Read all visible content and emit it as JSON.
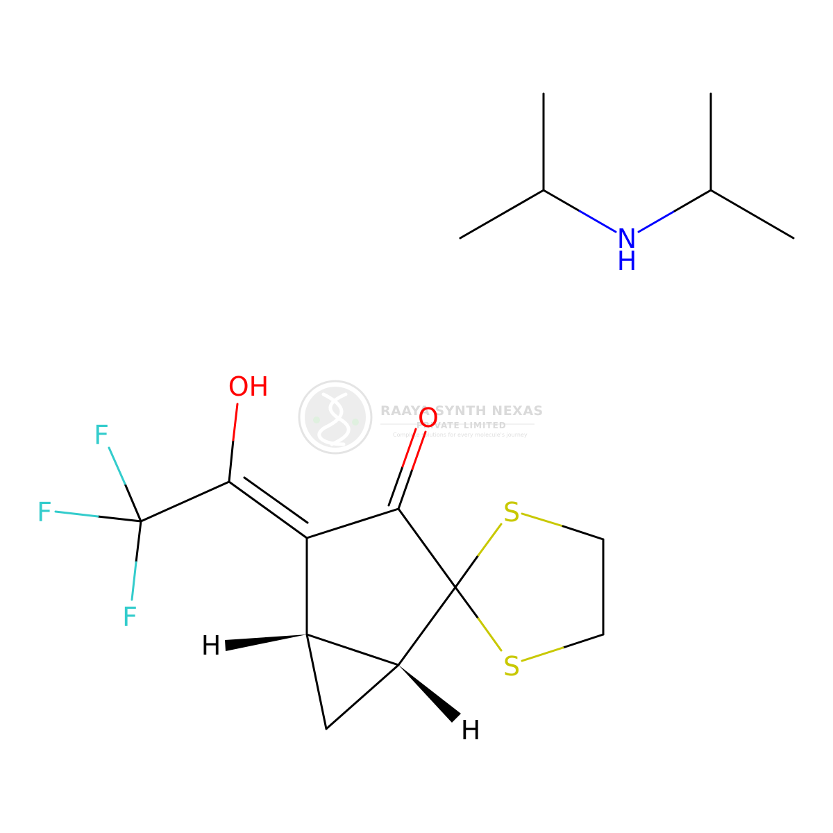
{
  "colors": {
    "bond": "#000000",
    "nitrogen": "#0000ff",
    "oxygen": "#ff0000",
    "sulfur": "#c8c800",
    "fluorine": "#33cccc",
    "watermark": "#d9d9d9"
  },
  "watermark": {
    "title": "RAAYA SYNTH NEXAS",
    "subtitle": "PRIVATE LIMITED",
    "tagline": "Complete solutions for every molecule's journey",
    "logo_icon": "dna-helix-icon"
  },
  "molecule_amine": {
    "n_label": "N",
    "h_label": "H"
  },
  "molecule_main": {
    "hydroxyl_label": "OH",
    "ketone_o_label": "O",
    "fluorine_labels": [
      "F",
      "F",
      "F"
    ],
    "sulfur_labels": [
      "S",
      "S"
    ],
    "stereo_h_labels": [
      "H",
      "H"
    ]
  }
}
